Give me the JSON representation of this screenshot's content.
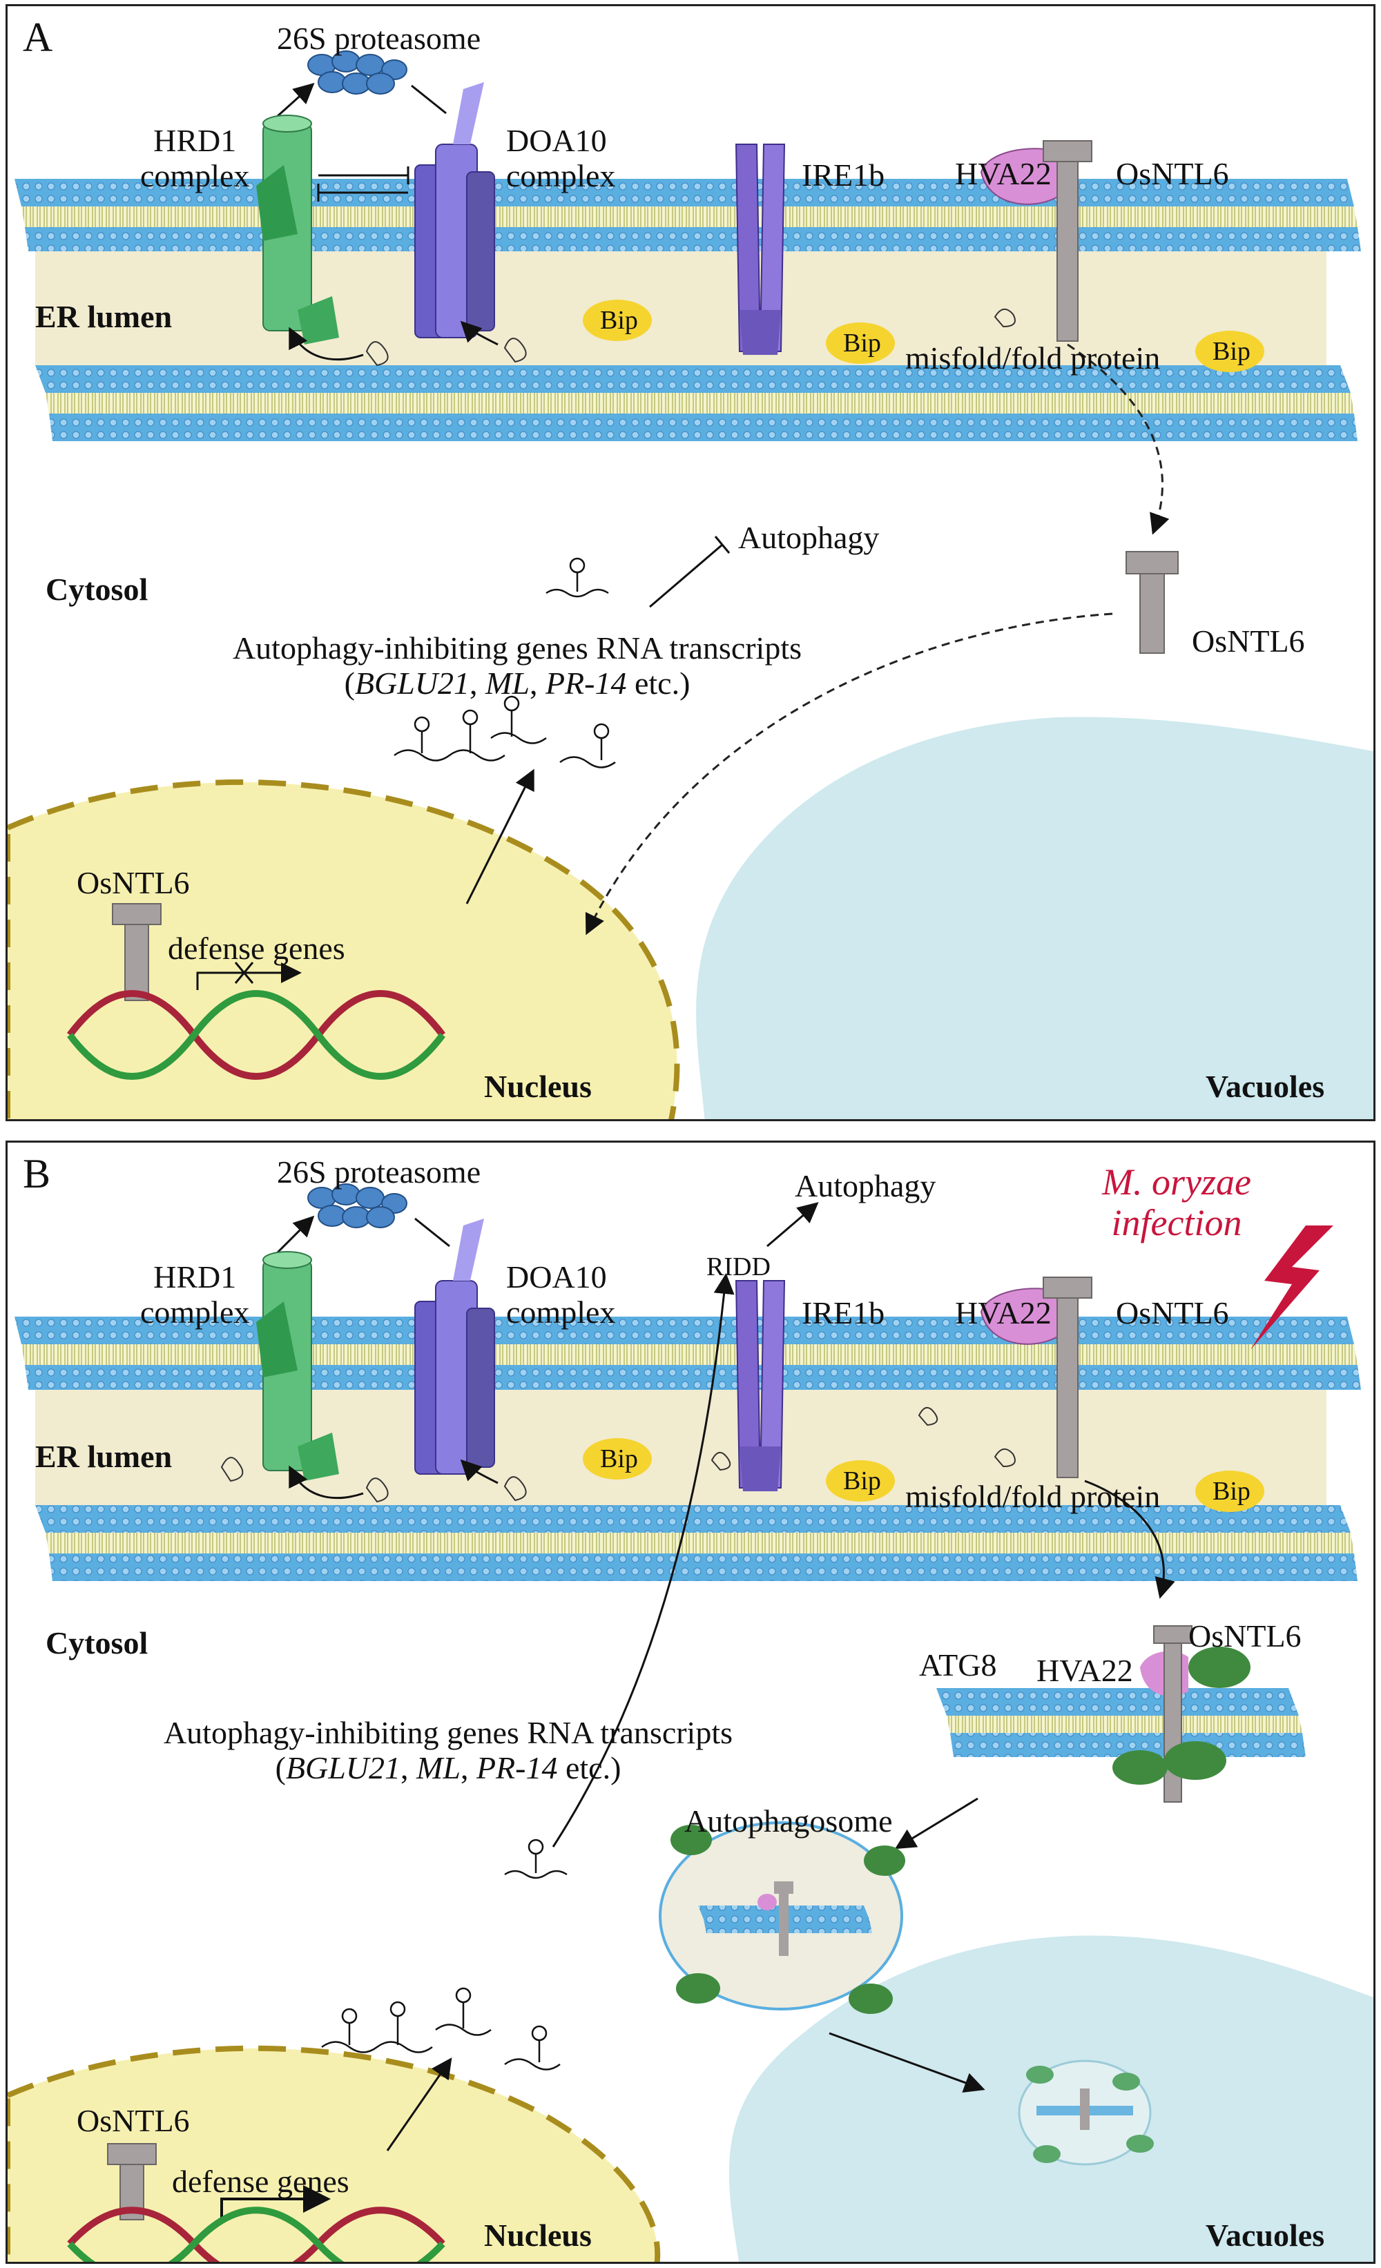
{
  "panel_a": {
    "letter": "A",
    "proteasome": "26S proteasome",
    "hrd1_line1": "HRD1",
    "hrd1_line2": "complex",
    "doa10_line1": "DOA10",
    "doa10_line2": "complex",
    "ire1b": "IRE1b",
    "hva22": "HVA22",
    "osntl6_membrane": "OsNTL6",
    "er_lumen": "ER lumen",
    "bip": [
      "Bip",
      "Bip",
      "Bip"
    ],
    "misfold": "misfold/fold protein",
    "autophagy": "Autophagy",
    "cytosol": "Cytosol",
    "transcripts_line1": "Autophagy-inhibiting genes RNA transcripts",
    "transcripts_genes": [
      "BGLU21",
      "ML",
      "PR-14"
    ],
    "transcripts_sep": ", ",
    "transcripts_etc": " etc.)",
    "transcripts_open": "(",
    "osntl6_cytosol": "OsNTL6",
    "osntl6_nucleus": "OsNTL6",
    "defense_genes": "defense genes",
    "nucleus": "Nucleus",
    "vacuoles": "Vacuoles"
  },
  "panel_b": {
    "letter": "B",
    "proteasome": "26S proteasome",
    "autophagy": "Autophagy",
    "infection_line1": "M. oryzae",
    "infection_line2": "infection",
    "ridd": "RIDD",
    "hrd1_line1": "HRD1",
    "hrd1_line2": "complex",
    "doa10_line1": "DOA10",
    "doa10_line2": "complex",
    "ire1b": "IRE1b",
    "hva22": "HVA22",
    "osntl6_membrane": "OsNTL6",
    "er_lumen": "ER lumen",
    "bip": [
      "Bip",
      "Bip",
      "Bip"
    ],
    "misfold": "misfold/fold protein",
    "cytosol": "Cytosol",
    "atg8": "ATG8",
    "hva22_vesicle": "HVA22",
    "osntl6_vesicle": "OsNTL6",
    "transcripts_line1": "Autophagy-inhibiting genes RNA transcripts",
    "transcripts_genes": [
      "BGLU21",
      "ML",
      "PR-14"
    ],
    "transcripts_sep": ", ",
    "transcripts_etc": " etc.)",
    "transcripts_open": "(",
    "autophagosome": "Autophagosome",
    "osntl6_nucleus": "OsNTL6",
    "defense_genes": "defense genes",
    "nucleus": "Nucleus",
    "vacuoles": "Vacuoles"
  },
  "colors": {
    "membrane": "#5aaee0",
    "membrane_core": "#eef0c8",
    "lumen": "#f1ebd0",
    "nucleus": "#f6f0b0",
    "nucleus_border": "#a88d1e",
    "vacuole": "#cfe9ee",
    "hrd1": "#5fbf7c",
    "doa10": "#7b6fd6",
    "ire1b": "#7f66cf",
    "hva22": "#d98fd6",
    "osntl6": "#a6a0a0",
    "bip": "#f5d430",
    "atg8": "#3f8a3f",
    "infection": "#c8153c",
    "proteasome": "#4a86c8",
    "dna_green": "#2f9a3e",
    "dna_red": "#a8243a"
  }
}
